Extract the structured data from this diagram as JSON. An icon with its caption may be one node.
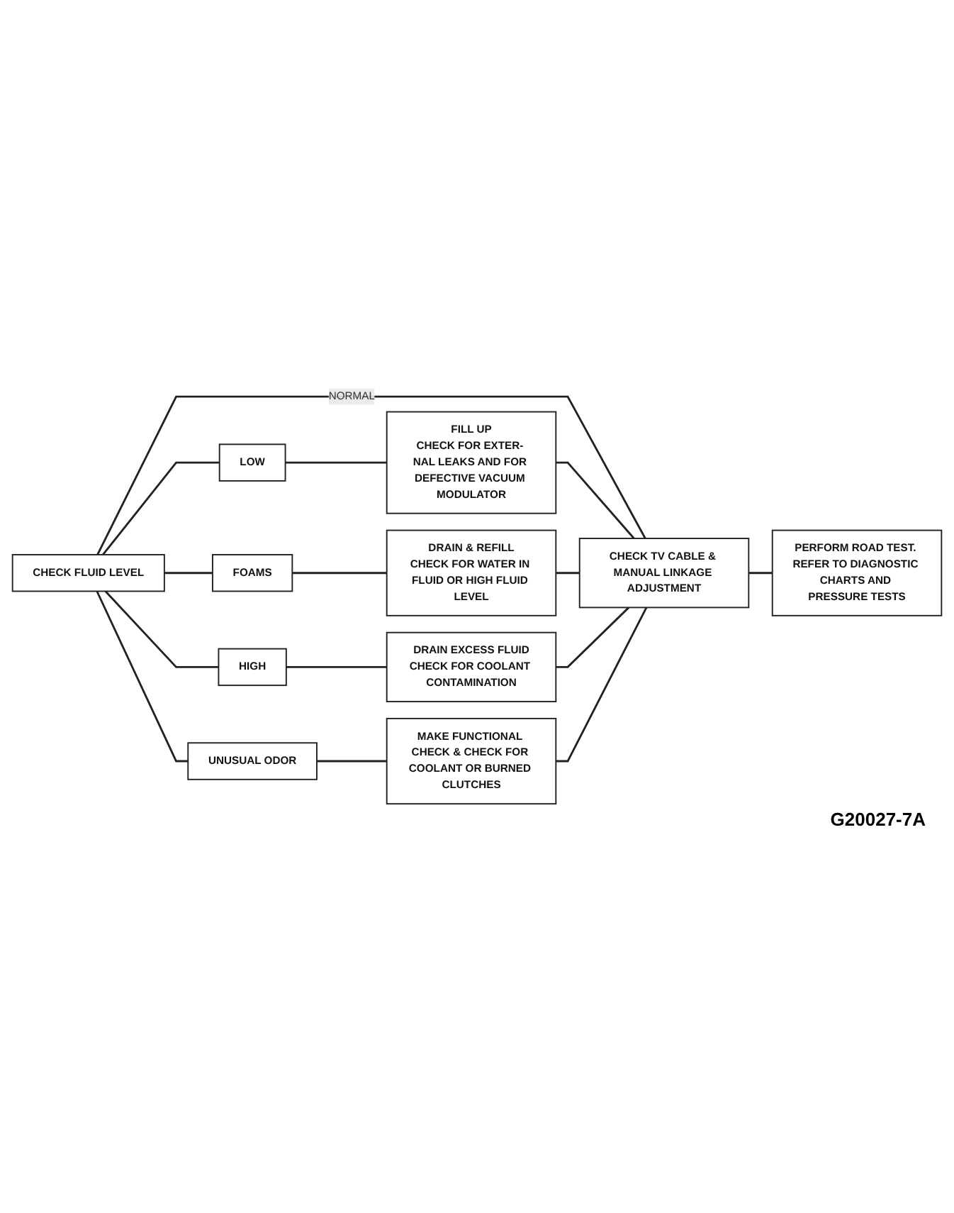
{
  "diagram": {
    "nodes": [
      {
        "text": [
          "CHECK FLUID LEVEL"
        ]
      },
      {
        "text": [
          "LOW"
        ]
      },
      {
        "text": [
          "FILL UP",
          "CHECK FOR EXTER- NAL LEAKS AND FOR DEFECTIVE VACUUM MODULATOR"
        ]
      },
      {
        "text": [
          "FOAMS"
        ]
      },
      {
        "text": [
          "DRAIN & REFILL",
          "CHECK FOR WATER IN FLUID OR HIGH FLUID LEVEL"
        ]
      },
      {
        "text": [
          "HIGH"
        ]
      },
      {
        "text": [
          "DRAIN EXCESS FLUID",
          "CHECK FOR COOLANT CONTAMINATION"
        ]
      },
      {
        "text": [
          "UNUSUAL ODOR"
        ]
      },
      {
        "text": [
          "MAKE FUNCTIONAL CHECK & CHECK FOR COOLANT OR BURNED CLUTCHES"
        ]
      },
      {
        "text": [
          "CHECK TV CABLE & MANUAL LINKAGE ADJUSTMENT"
        ]
      },
      {
        "text": [
          "PERFORM ROAD TEST. REFER TO DIAGNOSTIC CHARTS AND PRESSURE TESTS"
        ]
      }
    ],
    "edges": [
      {
        "from": 0,
        "to": 9,
        "arrow": "none",
        "label": "NORMAL"
      },
      {
        "from": 0,
        "to": 1,
        "arrow": "none"
      },
      {
        "from": 0,
        "to": 3,
        "arrow": "none"
      },
      {
        "from": 0,
        "to": 5,
        "arrow": "none"
      },
      {
        "from": 0,
        "to": 7,
        "arrow": "none"
      },
      {
        "from": 1,
        "to": 2,
        "arrow": "none"
      },
      {
        "from": 3,
        "to": 4,
        "arrow": "none"
      },
      {
        "from": 5,
        "to": 6,
        "arrow": "none"
      },
      {
        "from": 7,
        "to": 8,
        "arrow": "none"
      },
      {
        "from": 2,
        "to": 9,
        "arrow": "none"
      },
      {
        "from": 4,
        "to": 9,
        "arrow": "none"
      },
      {
        "from": 6,
        "to": 9,
        "arrow": "none"
      },
      {
        "from": 8,
        "to": 9,
        "arrow": "none"
      },
      {
        "from": 9,
        "to": 10,
        "arrow": "none"
      }
    ],
    "labels": [
      "G20027-7A"
    ]
  }
}
